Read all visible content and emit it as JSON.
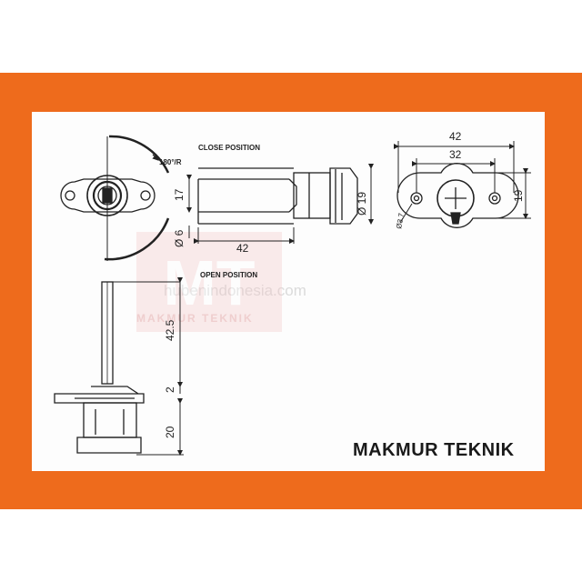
{
  "labels": {
    "close_position": "CLOSE POSITION",
    "open_position": "OPEN POSITION",
    "rotation": "180°/R",
    "brand": "MAKMUR TEKNIK",
    "watermark_site": "hubenindonesia.com",
    "watermark_name": "MAKMUR TEKNIK",
    "watermark_logo": "MT"
  },
  "dimensions": {
    "side_diameter_6": "Ø 6",
    "side_height_17": "17",
    "side_diameter_19": "Ø 19",
    "side_length_42": "42",
    "front_width_42": "42",
    "front_width_32": "32",
    "front_height_19": "19",
    "front_hole_37": "Ø3.7",
    "open_height_42_5": "42.5",
    "open_gap_2": "2",
    "open_height_20": "20"
  },
  "colors": {
    "frame": "#ee6b1c",
    "line": "#222222",
    "paper": "#fdfdfd"
  }
}
